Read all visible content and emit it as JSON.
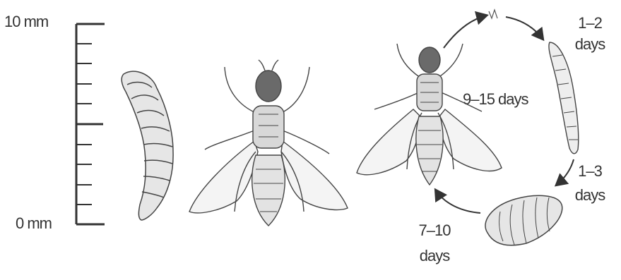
{
  "scale": {
    "top_label": "10 mm",
    "bottom_label": "0 mm"
  },
  "cycle": {
    "egg_label": "",
    "larva_stage": {
      "line1": "1–2",
      "line2": "days"
    },
    "pupa_stage": {
      "line1": "1–3",
      "line2": "days"
    },
    "pupa_to_adult": {
      "line1": "7–10",
      "line2": "days"
    },
    "adult_stage": "9–15 days"
  },
  "colors": {
    "ink": "#333333",
    "shade": "#cfcfcf",
    "body_dark": "#555555"
  }
}
